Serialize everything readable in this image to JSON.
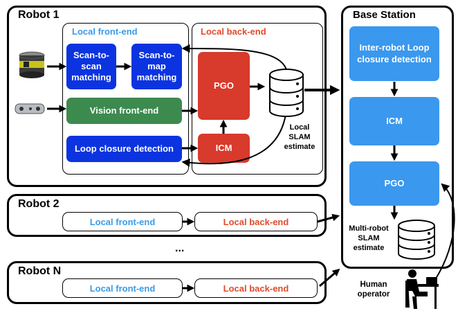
{
  "robot1": {
    "title": "Robot 1",
    "frontend_title": "Local front-end",
    "backend_title": "Local back-end",
    "scan_to_scan": "Scan-to-scan matching",
    "scan_to_map": "Scan-to-map matching",
    "vision": "Vision front-end",
    "loop_closure": "Loop closure detection",
    "pgo": "PGO",
    "icm": "ICM",
    "estimate": "Local SLAM estimate"
  },
  "robot2": {
    "title": "Robot 2",
    "frontend": "Local front-end",
    "backend": "Local back-end"
  },
  "ellipsis": "...",
  "robotN": {
    "title": "Robot N",
    "frontend": "Local front-end",
    "backend": "Local back-end"
  },
  "base_station": {
    "title": "Base Station",
    "inter_robot": "Inter-robot Loop closure detection",
    "icm": "ICM",
    "pgo": "PGO",
    "estimate": "Multi-robot SLAM estimate"
  },
  "human": "Human operator",
  "colors": {
    "navy": "#0b34e0",
    "green": "#3d8a4f",
    "red": "#d83a2b",
    "sky": "#3a98ee",
    "frontend_text": "#3a9be6",
    "backend_text": "#e04a2a"
  },
  "icons": [
    "lidar-icon",
    "camera-icon",
    "database-icon",
    "human-operator-icon"
  ]
}
